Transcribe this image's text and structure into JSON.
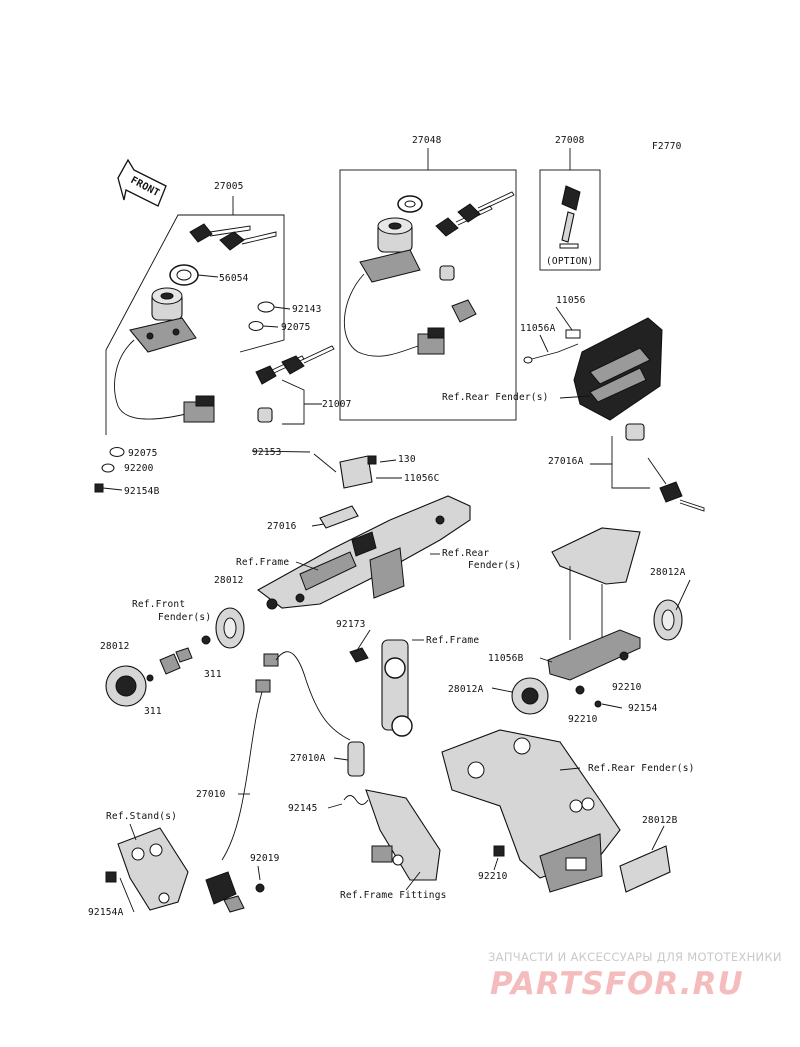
{
  "diagram": {
    "figure_code": "F2770",
    "direction_label": "FRONT",
    "option_label": "(OPTION)",
    "labels": {
      "p27005": "27005",
      "p27048": "27048",
      "p27008": "27008",
      "p56054": "56054",
      "p92143": "92143",
      "p92075a": "92075",
      "p21007": "21007",
      "p92075b": "92075",
      "p92200": "92200",
      "p92154b": "92154B",
      "p11056": "11056",
      "p11056a": "11056A",
      "ref_rear_fender_1": "Ref.Rear Fender(s)",
      "p27016a": "27016A",
      "p92153": "92153",
      "p130": "130",
      "p11056c": "11056C",
      "p27016": "27016",
      "ref_frame_1": "Ref.Frame",
      "ref_rear_2a": "Ref.Rear",
      "ref_rear_2b": "Fender(s)",
      "p28012_top": "28012",
      "ref_front_a": "Ref.Front",
      "ref_front_b": "Fender(s)",
      "p28012_left": "28012",
      "p311_a": "311",
      "p311_b": "311",
      "p92173": "92173",
      "ref_frame_2": "Ref.Frame",
      "p28012a_top": "28012A",
      "p11056b": "11056B",
      "p28012a_left": "28012A",
      "p92210_a": "92210",
      "p92210_b": "92210",
      "p92154": "92154",
      "p27010a": "27010A",
      "p27010": "27010",
      "ref_rear_fender_3": "Ref.Rear Fender(s)",
      "p92145": "92145",
      "ref_stand": "Ref.Stand(s)",
      "p28012b": "28012B",
      "p92019": "92019",
      "p92210_c": "92210",
      "p92154a": "92154A",
      "ref_frame_fittings": "Ref.Frame Fittings"
    }
  },
  "watermark": {
    "tagline": "ЗАПЧАСТИ И АКСЕССУАРЫ ДЛЯ МОТОТЕХНИКИ",
    "brand": "PARTSFOR.RU"
  }
}
